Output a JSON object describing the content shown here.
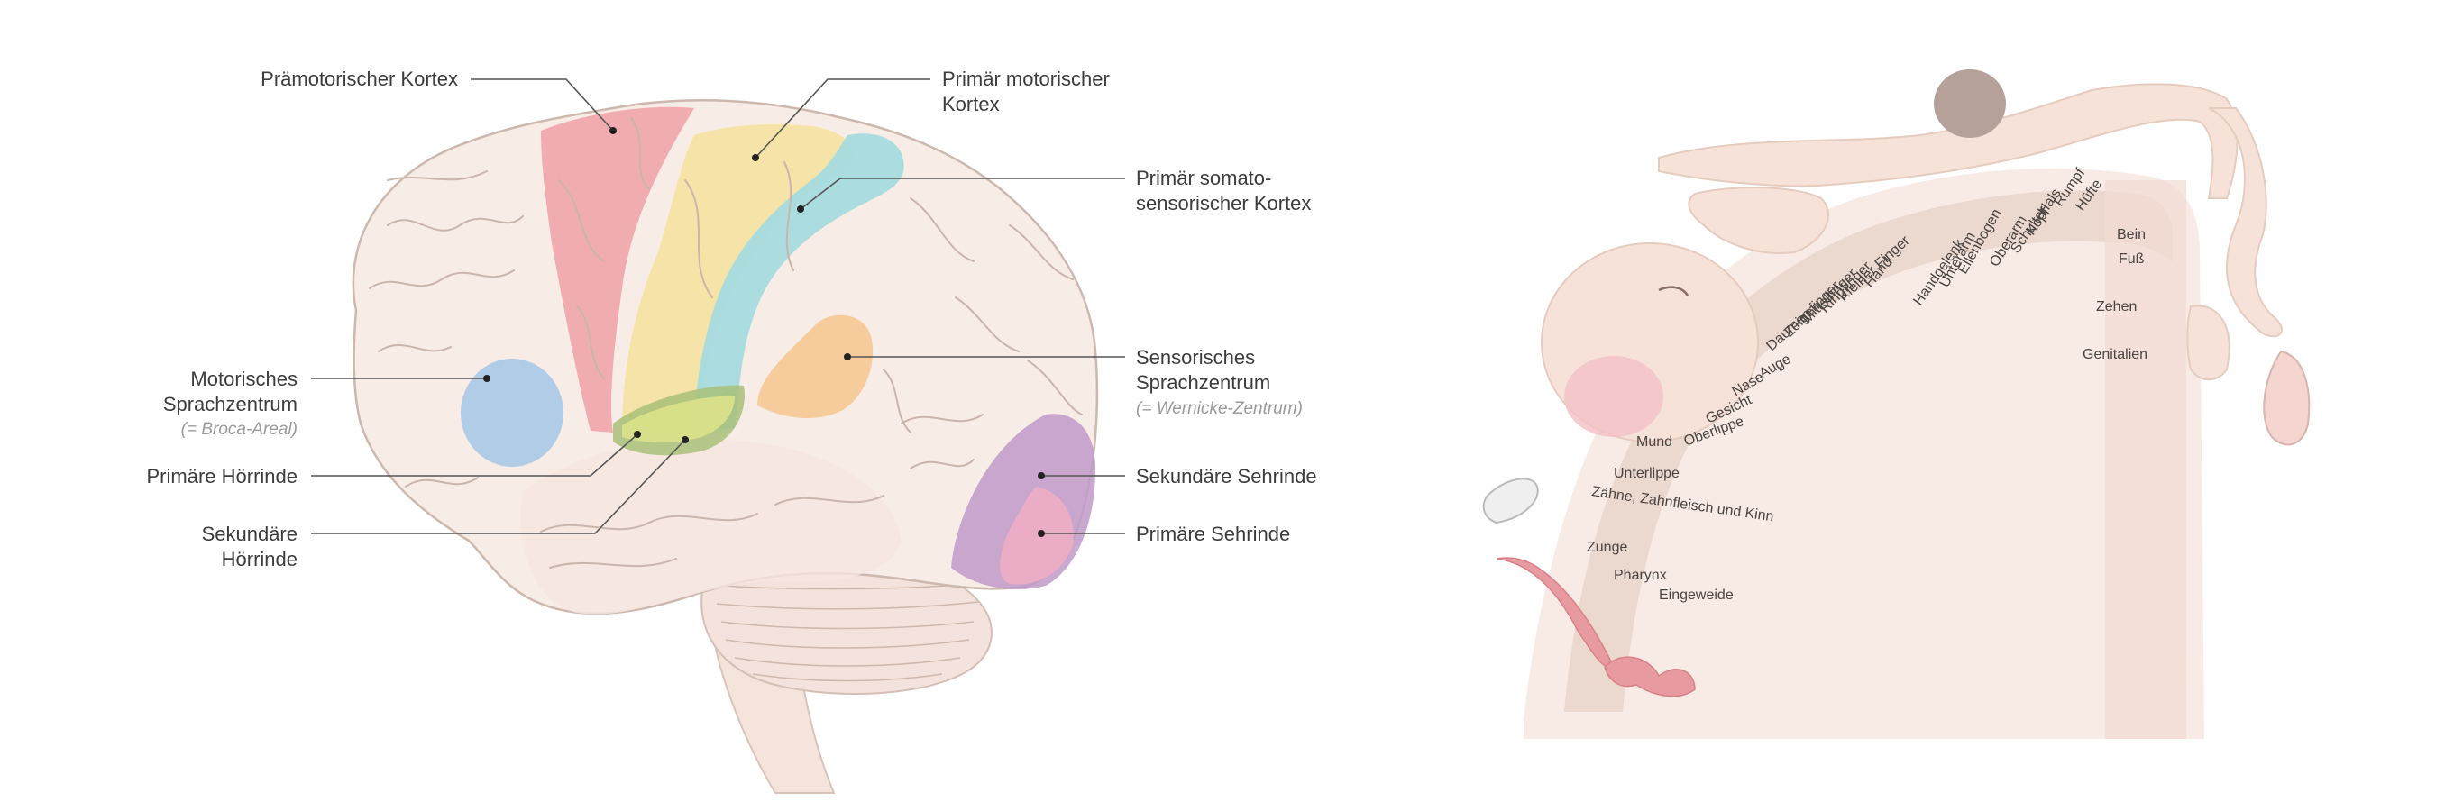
{
  "brain_labels": {
    "premotor": "Prämotorischer Kortex",
    "primary_motor": [
      "Primär motorischer",
      "Kortex"
    ],
    "somatosensory": [
      "Primär somato-",
      "sensorischer Kortex"
    ],
    "broca": [
      "Motorisches",
      "Sprachzentrum"
    ],
    "broca_note": "(= Broca-Areal)",
    "wernicke": [
      "Sensorisches",
      "Sprachzentrum"
    ],
    "wernicke_note": "(= Wernicke-Zentrum)",
    "primary_auditory": "Primäre Hörrinde",
    "secondary_auditory": [
      "Sekundäre",
      "Hörrinde"
    ],
    "secondary_visual": "Sekundäre Sehrinde",
    "primary_visual": "Primäre Sehrinde"
  },
  "homunculus_labels": [
    "Bein",
    "Fuß",
    "Zehen",
    "Genitalien",
    "Hüfte",
    "Rumpf",
    "Hals",
    "Kopf",
    "Schulter",
    "Oberarm",
    "Ellenbogen",
    "Unterarm",
    "Handgelenk",
    "Hand",
    "Kleiner Finger",
    "Ringfinger",
    "Mittelfinger",
    "Zeigefinger",
    "Daumen",
    "Auge",
    "Nase",
    "Gesicht",
    "Oberlippe",
    "Mund",
    "Unterlippe",
    "Zähne, Zahnfleisch und Kinn",
    "Zunge",
    "Pharynx",
    "Eingeweide"
  ],
  "colors": {
    "premotor": "#f0a5ab",
    "primary_motor": "#f5e3a3",
    "somatosensory": "#a6dbdf",
    "broca": "#a9c9e6",
    "wernicke": "#f6c995",
    "auditory_primary": "#d9e08a",
    "auditory_secondary": "#a8c078",
    "visual_secondary": "#c09ac8",
    "visual_primary": "#eeaec4",
    "brain_fill": "#f7ebe6",
    "cortex_band": "#e9d6cc"
  }
}
